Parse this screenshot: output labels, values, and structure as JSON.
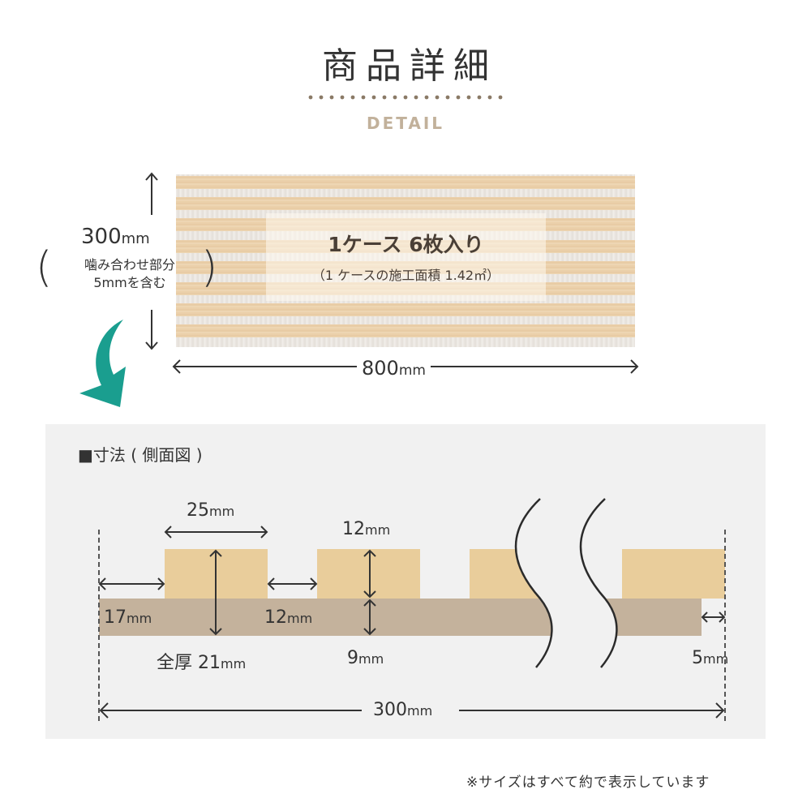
{
  "header": {
    "title": "商品詳細",
    "subtitle": "DETAIL",
    "dot_color": "#8a7a66",
    "subtitle_color": "#c2b19b"
  },
  "panel_photo": {
    "slat_count": 8,
    "main_text": "1ケース 6枚入り",
    "sub_text": "（1 ケースの施工面積 1.42㎡）",
    "height_value": "300",
    "height_unit": "mm",
    "height_note_line1": "噛み合わせ部分",
    "height_note_line2": "5mmを含む",
    "paren_open": "(",
    "paren_close": ")",
    "width_value": "800",
    "width_unit": "mm",
    "arrow_color": "#1a9e8f"
  },
  "dimensions": {
    "section_title": "■寸法 ( 側面図 )",
    "slat_width": {
      "value": "25",
      "unit": "mm"
    },
    "slat_height": {
      "value": "12",
      "unit": "mm"
    },
    "left_offset": {
      "value": "17",
      "unit": "mm"
    },
    "gap": {
      "value": "12",
      "unit": "mm"
    },
    "total_thickness": {
      "prefix": "全厚 ",
      "value": "21",
      "unit": "mm"
    },
    "base_thickness": {
      "value": "9",
      "unit": "mm"
    },
    "tongue": {
      "value": "5",
      "unit": "mm"
    },
    "total_width": {
      "value": "300",
      "unit": "mm"
    },
    "colors": {
      "slat": "#e9cd9b",
      "base": "#c4b29c",
      "background": "#f1f1f1"
    }
  },
  "footnote": "※サイズはすべて約で表示しています"
}
